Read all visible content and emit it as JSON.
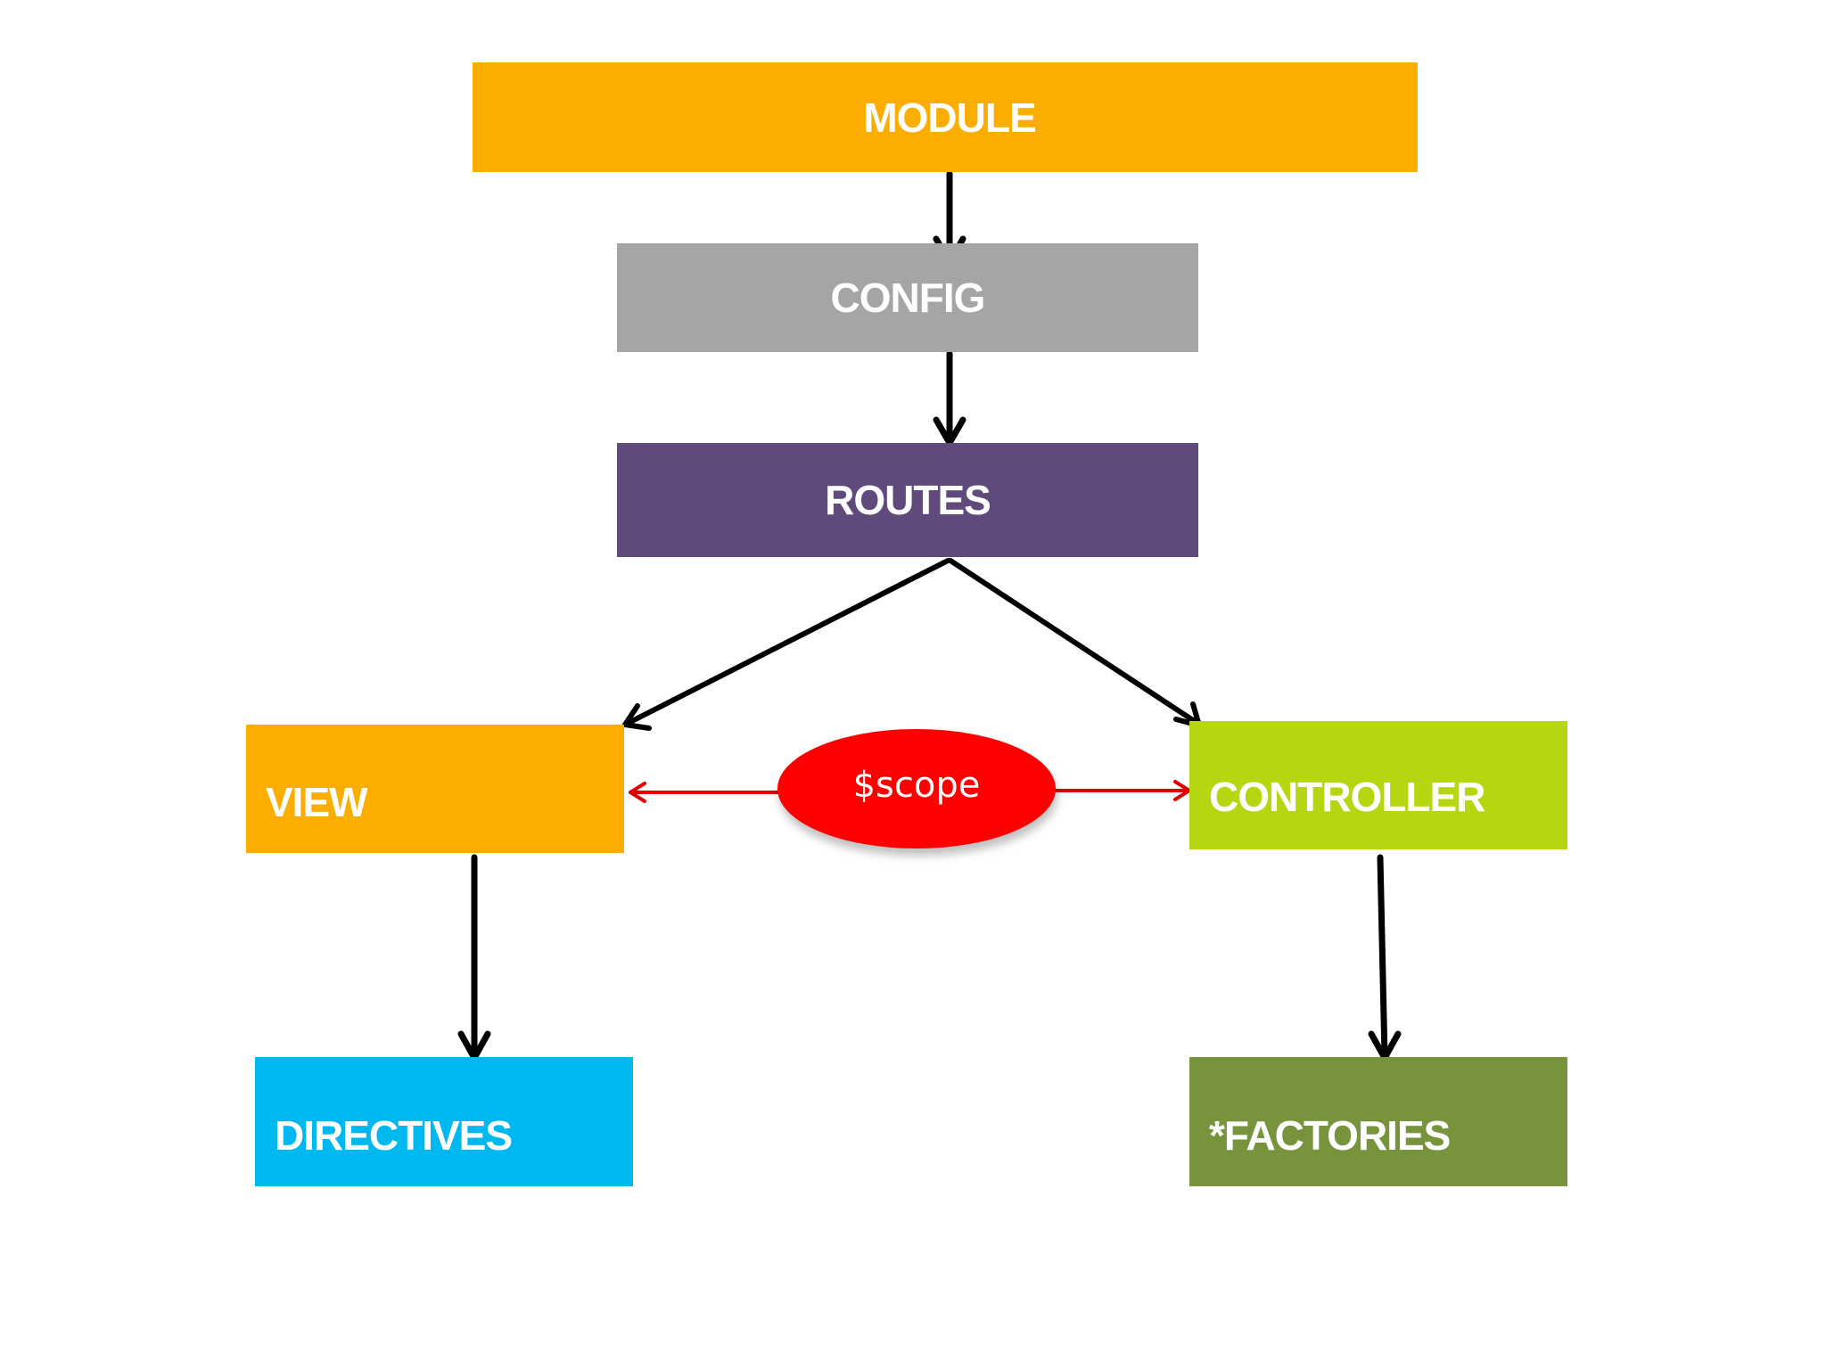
{
  "nodes": {
    "module": {
      "label": "MODULE",
      "color": "#FBAE00"
    },
    "config": {
      "label": "CONFIG",
      "color": "#A5A5A5"
    },
    "routes": {
      "label": "ROUTES",
      "color": "#604A7B"
    },
    "view": {
      "label": "VIEW",
      "color": "#FBAE00"
    },
    "controller": {
      "label": "CONTROLLER",
      "color": "#B5D712"
    },
    "directives": {
      "label": "DIRECTIVES",
      "color": "#00B8F0"
    },
    "factories": {
      "label": "*FACTORIES",
      "color": "#77933C"
    }
  },
  "scope": {
    "label": "$scope",
    "color": "#FF0000"
  },
  "edges": [
    {
      "from": "module",
      "to": "config",
      "style": "arrow",
      "color": "#000000"
    },
    {
      "from": "config",
      "to": "routes",
      "style": "arrow",
      "color": "#000000"
    },
    {
      "from": "routes",
      "to": "view",
      "style": "arrow",
      "color": "#000000"
    },
    {
      "from": "routes",
      "to": "controller",
      "style": "arrow",
      "color": "#000000"
    },
    {
      "from": "view",
      "to": "directives",
      "style": "arrow",
      "color": "#000000"
    },
    {
      "from": "controller",
      "to": "factories",
      "style": "arrow",
      "color": "#000000"
    },
    {
      "from": "scope",
      "to": "view",
      "style": "arrow",
      "color": "#E00000"
    },
    {
      "from": "scope",
      "to": "controller",
      "style": "arrow",
      "color": "#E00000"
    }
  ]
}
